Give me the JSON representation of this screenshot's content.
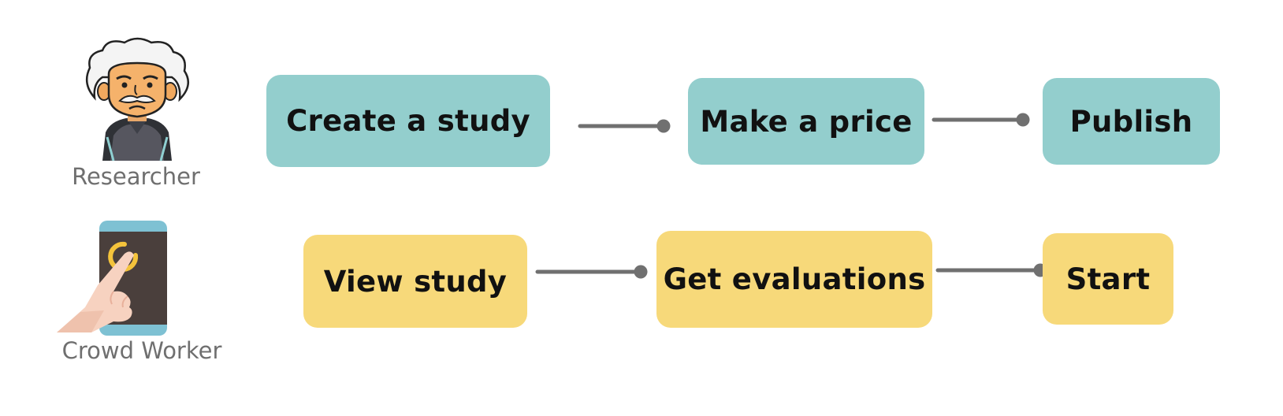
{
  "colors": {
    "researcher_step": "#93cecd",
    "worker_step": "#f7d97a",
    "connector": "#707070",
    "role_label": "#6f6f6f"
  },
  "roles": {
    "researcher": {
      "label": "Researcher",
      "icon": "einstein-researcher-icon"
    },
    "worker": {
      "label": "Crowd Worker",
      "icon": "hand-tapping-phone-icon"
    }
  },
  "researcher_flow": {
    "steps": [
      "Create a study",
      "Make a price",
      "Publish"
    ]
  },
  "worker_flow": {
    "steps": [
      "View study",
      "Get evaluations",
      "Start"
    ]
  }
}
